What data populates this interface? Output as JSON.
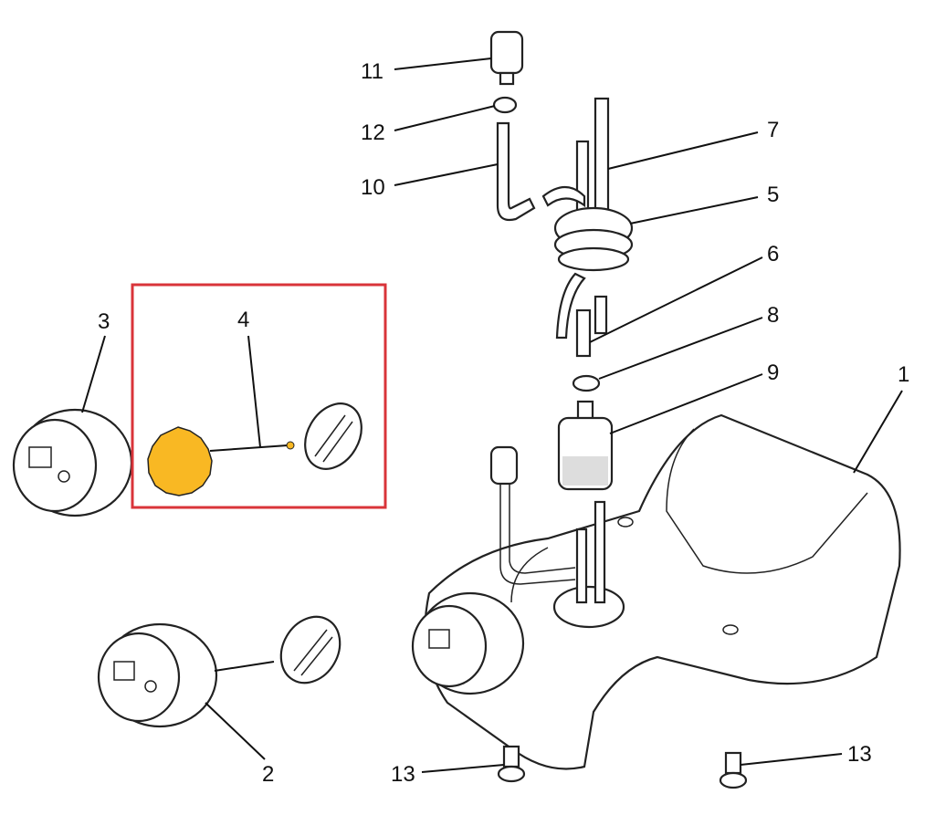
{
  "labels": {
    "p1": "1",
    "p2": "2",
    "p3": "3",
    "p4": "4",
    "p5": "5",
    "p6": "6",
    "p7": "7",
    "p8": "8",
    "p9": "9",
    "p10": "10",
    "p11": "11",
    "p12": "12",
    "p13a": "13",
    "p13b": "13"
  },
  "highlight": {
    "box_color": "#d9343a",
    "fill_color": "#f9b823"
  }
}
